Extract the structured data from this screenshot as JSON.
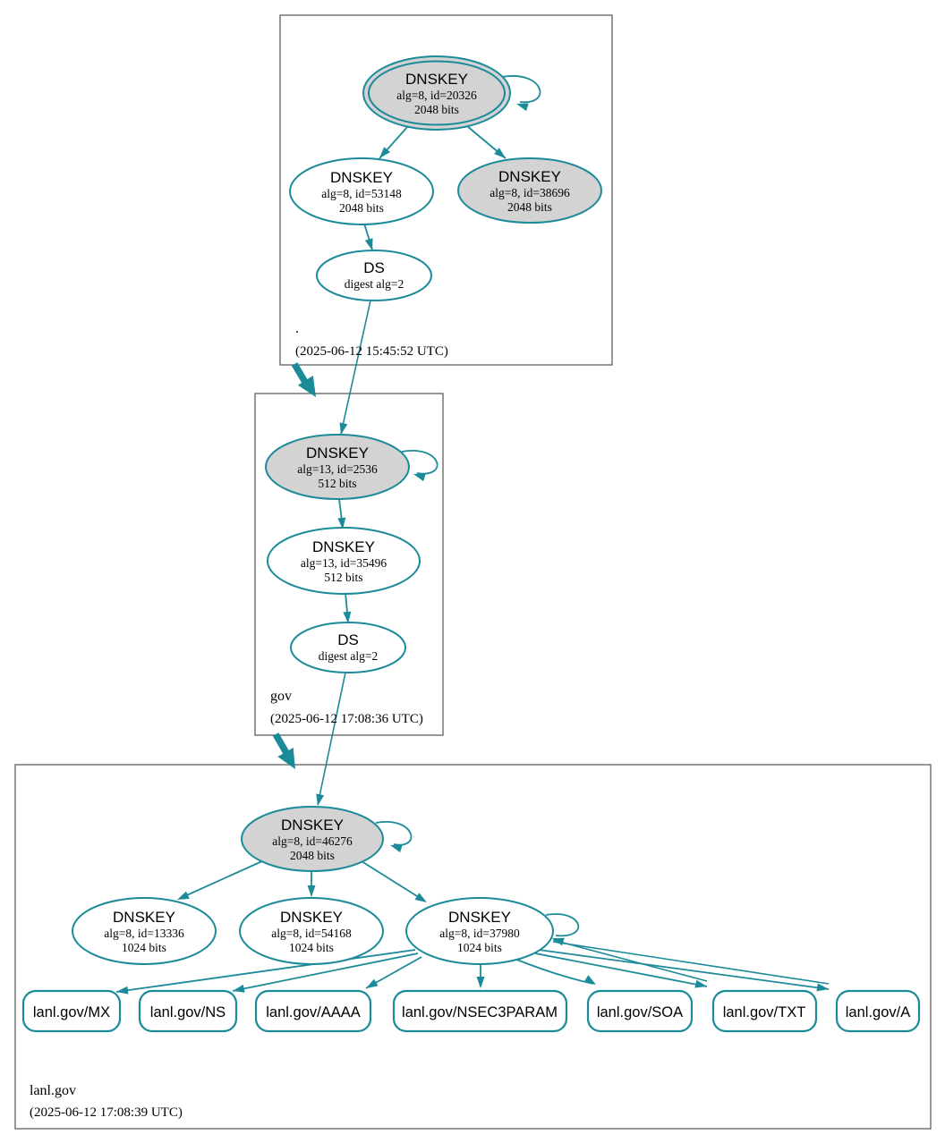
{
  "colors": {
    "accent": "#1b8a99",
    "sep-fill": "#d3d3d3",
    "node-fill": "#ffffff",
    "box-border": "#5f5f5f",
    "text": "#000000",
    "bg": "#ffffff"
  },
  "zones": {
    "root": {
      "label": ".",
      "timestamp": "(2025-06-12 15:45:52 UTC)",
      "nodes": {
        "ksk": {
          "title": "DNSKEY",
          "detail": "alg=8, id=20326",
          "size": "2048 bits"
        },
        "zsk": {
          "title": "DNSKEY",
          "detail": "alg=8, id=53148",
          "size": "2048 bits"
        },
        "ksk2": {
          "title": "DNSKEY",
          "detail": "alg=8, id=38696",
          "size": "2048 bits"
        },
        "ds": {
          "title": "DS",
          "detail": "digest alg=2"
        }
      }
    },
    "gov": {
      "label": "gov",
      "timestamp": "(2025-06-12 17:08:36 UTC)",
      "nodes": {
        "ksk": {
          "title": "DNSKEY",
          "detail": "alg=13, id=2536",
          "size": "512 bits"
        },
        "zsk": {
          "title": "DNSKEY",
          "detail": "alg=13, id=35496",
          "size": "512 bits"
        },
        "ds": {
          "title": "DS",
          "detail": "digest alg=2"
        }
      }
    },
    "lanl": {
      "label": "lanl.gov",
      "timestamp": "(2025-06-12 17:08:39 UTC)",
      "nodes": {
        "ksk": {
          "title": "DNSKEY",
          "detail": "alg=8, id=46276",
          "size": "2048 bits"
        },
        "zsk1": {
          "title": "DNSKEY",
          "detail": "alg=8, id=13336",
          "size": "1024 bits"
        },
        "zsk2": {
          "title": "DNSKEY",
          "detail": "alg=8, id=54168",
          "size": "1024 bits"
        },
        "zsk3": {
          "title": "DNSKEY",
          "detail": "alg=8, id=37980",
          "size": "1024 bits"
        }
      },
      "rrsets": [
        {
          "label": "lanl.gov/MX"
        },
        {
          "label": "lanl.gov/NS"
        },
        {
          "label": "lanl.gov/AAAA"
        },
        {
          "label": "lanl.gov/NSEC3PARAM"
        },
        {
          "label": "lanl.gov/SOA"
        },
        {
          "label": "lanl.gov/TXT"
        },
        {
          "label": "lanl.gov/A"
        }
      ]
    }
  }
}
